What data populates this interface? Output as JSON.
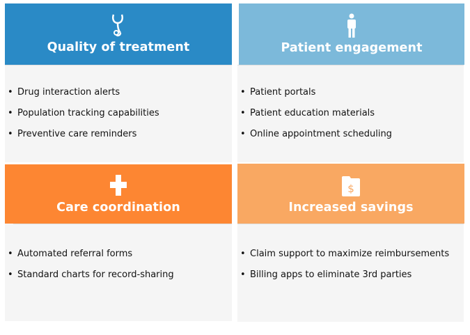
{
  "colors": {
    "quality": "#2a8ac6",
    "engagement": "#7cb9da",
    "coordination": "#fd8632",
    "savings": "#f9a862",
    "body": "#f5f5f5"
  },
  "panels": [
    {
      "title": "Quality of treatment",
      "icon": "stethoscope-icon",
      "items": [
        "Drug interaction alerts",
        "Population tracking capabilities",
        "Preventive care reminders"
      ]
    },
    {
      "title": "Patient engagement",
      "icon": "person-icon",
      "items": [
        "Patient portals",
        "Patient education materials",
        "Online appointment scheduling"
      ]
    },
    {
      "title": "Care coordination",
      "icon": "plus-icon",
      "items": [
        "Automated referral forms",
        "Standard charts for record-sharing"
      ]
    },
    {
      "title": "Increased savings",
      "icon": "dollar-folder-icon",
      "items": [
        "Claim support to maximize reimbursements",
        "Billing apps to eliminate 3rd parties"
      ]
    }
  ]
}
